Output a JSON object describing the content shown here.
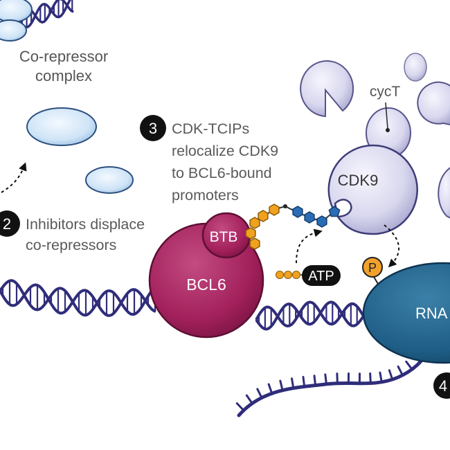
{
  "labels": {
    "corepressor_line1": "Co-repressor",
    "corepressor_line2": "complex",
    "step2_number": "2",
    "step2_line1": "Inhibitors displace",
    "step2_line2": "co-repressors",
    "step3_number": "3",
    "step3_line1": "CDK-TCIPs",
    "step3_line2": "relocalize CDK9",
    "step3_line3": "to BCL6-bound",
    "step3_line4": "promoters",
    "step4_number": "4",
    "cyct": "cycT",
    "cdk9": "CDK9",
    "btb": "BTB",
    "bcl6": "BCL6",
    "atp": "ATP",
    "phospho": "P",
    "rna": "RNA"
  },
  "colors": {
    "dna": "#2f2d7a",
    "bcl6": "#a8235f",
    "cdk9_fill": "#d9d8ee",
    "corepressor_fill": "#d6e8f8",
    "rna_pol": "#1f5e86",
    "linker_orange": "#f0a21f",
    "linker_blue": "#2a6db5",
    "atp_bg": "#111111"
  }
}
